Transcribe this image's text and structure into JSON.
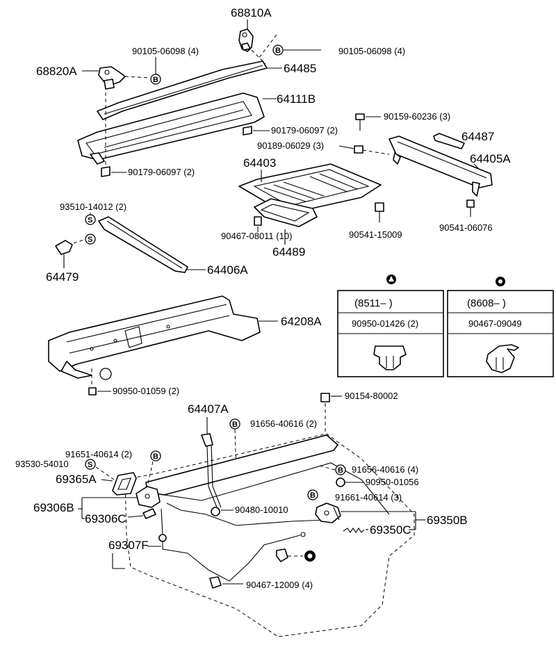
{
  "labels": {
    "p68810A": "68810A",
    "p90105_r": "90105-06098 (4)",
    "p90105_l": "90105-06098 (4)",
    "p68820A": "68820A",
    "p64485": "64485",
    "p64111B": "64111B",
    "p90159": "90159-60236 (3)",
    "p90179_a": "90179-06097 (2)",
    "p64487": "64487",
    "p90189": "90189-06029 (3)",
    "p64405A": "64405A",
    "p64403": "64403",
    "p90179_b": "90179-06097 (2)",
    "p93510": "93510-14012 (2)",
    "p90467_08011": "90467-08011 (10)",
    "p90541_15009": "90541-15009",
    "p90541_06076": "90541-06076",
    "p64489": "64489",
    "p64479": "64479",
    "p64406A": "64406A",
    "p64208A": "64208A",
    "p90950_01059": "90950-01059 (2)",
    "p90154": "90154-80002",
    "p64407A": "64407A",
    "p91656_2": "91656-40616 (2)",
    "p91651": "91651-40614 (2)",
    "p93530": "93530-54010",
    "p69365A": "69365A",
    "p91656_4": "91656-40616 (4)",
    "p90950_01056": "90950-01056",
    "p91661": "91661-40614 (3)",
    "p69306B": "69306B",
    "p69306C": "69306C",
    "p90480": "90480-10010",
    "p69350B": "69350B",
    "p69350C": "69350C",
    "p69307F": "69307F",
    "p90467_12009": "90467-12009 (4)"
  },
  "badges": {
    "S": "S",
    "B": "B"
  },
  "legend": {
    "box1": {
      "range": "(8511–        )",
      "part": "90950-01426 (2)"
    },
    "box2": {
      "range": "(8608–        )",
      "part": "90467-09049"
    }
  }
}
